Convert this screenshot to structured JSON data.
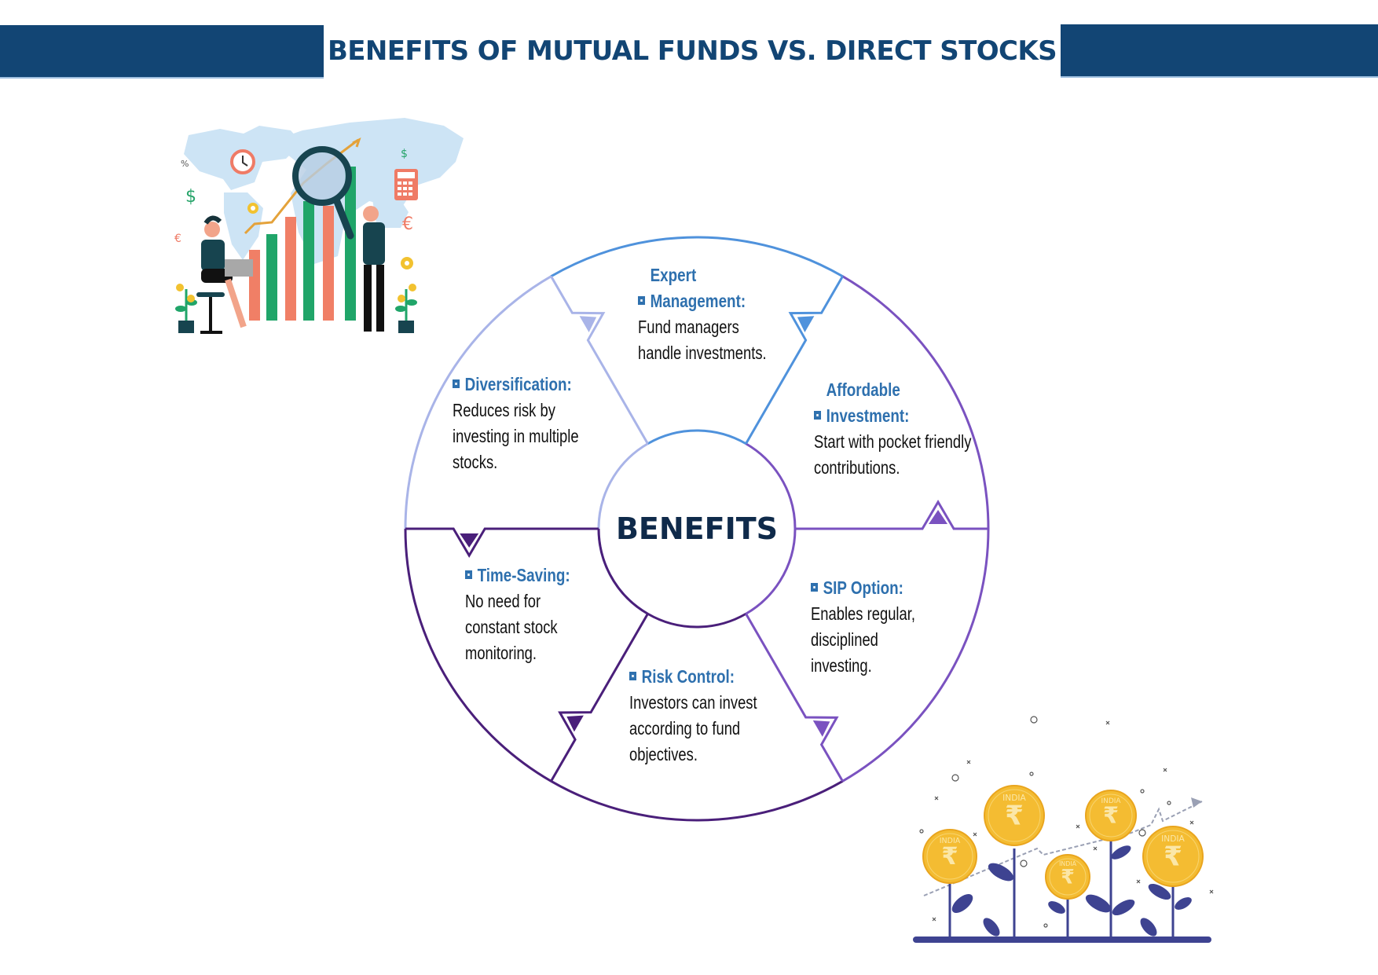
{
  "header": {
    "title": "BENEFITS OF MUTUAL FUNDS VS. DIRECT STOCKS",
    "bar_color": "#124574"
  },
  "wheel": {
    "center_label": "BENEFITS",
    "colors": {
      "light_blue": "#a9b4e8",
      "blue": "#4f92dc",
      "purple": "#7a52c0",
      "dark_purple": "#4a1f7a",
      "heading": "#2e70ae"
    },
    "benefits": [
      {
        "id": "expert-management",
        "heading": "Expert Management:",
        "description": "Fund managers handle investments."
      },
      {
        "id": "affordable-investment",
        "heading": "Affordable Investment:",
        "description": "Start with pocket friendly contributions."
      },
      {
        "id": "sip-option",
        "heading": "SIP Option:",
        "description": "Enables regular, disciplined investing."
      },
      {
        "id": "risk-control",
        "heading": "Risk Control:",
        "description": "Investors can invest according to fund objectives."
      },
      {
        "id": "time-saving",
        "heading": "Time-Saving:",
        "description": "No need for constant stock monitoring."
      },
      {
        "id": "diversification",
        "heading": "Diversification:",
        "description": "Reduces risk by investing in multiple stocks."
      }
    ]
  },
  "illustrations": {
    "top_left": {
      "name": "business-analytics-illustration",
      "symbols": [
        "%",
        "$",
        "€",
        "$",
        "€"
      ]
    },
    "bottom_right": {
      "name": "growing-coins-illustration",
      "coin_text": "INDIA",
      "coin_symbol": "₹"
    }
  }
}
